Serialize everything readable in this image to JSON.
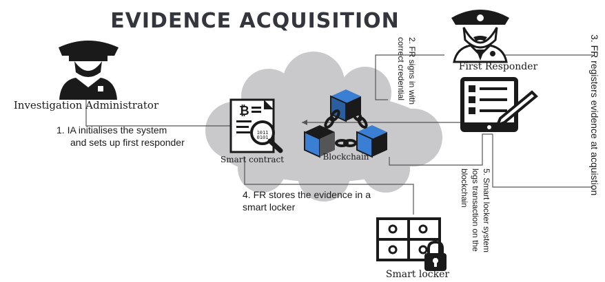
{
  "title": "EVIDENCE ACQUISITION",
  "actors": {
    "first_responder": "First Responder",
    "investigation_admin": "Investigation Administrator"
  },
  "components": {
    "smart_contract": "Smart contract",
    "blockchain": "Blockchain",
    "smart_locker": "Smart locker"
  },
  "steps": {
    "step1": {
      "line1": "1. IA initialises the system",
      "line2": "and sets up first responder"
    },
    "step2": {
      "line1": "2. FR signs in with",
      "line2": "correct credential"
    },
    "step3": {
      "line1": "3. FR registers evidence at acquistion"
    },
    "step4": {
      "line1": "4. FR stores the evidence in a",
      "line2": "smart locker"
    },
    "step5": {
      "line1": "5. Smart locker system",
      "line2": "logs transaction on the",
      "line3": "blockchain"
    }
  },
  "colors": {
    "cloud": "#c9c9cb",
    "block_blue": "#3b7fd4",
    "dark": "#1a1a1a",
    "title": "#33363d"
  },
  "icons": [
    "police-officer-icon",
    "cloud-icon",
    "smart-contract-icon",
    "blockchain-icon",
    "tablet-checklist-icon",
    "locker-icon",
    "padlock-icon"
  ]
}
